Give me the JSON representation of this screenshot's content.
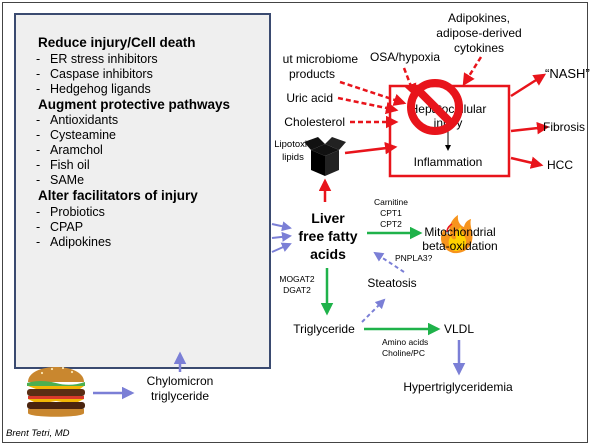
{
  "panel": {
    "sections": [
      {
        "heading": "Reduce injury/Cell death",
        "items": [
          "ER stress inhibitors",
          "Caspase inhibitors",
          "Hedgehog ligands"
        ]
      },
      {
        "heading": "Augment protective pathways",
        "items": [
          "Antioxidants",
          "Cysteamine",
          "Aramchol",
          "Fish oil",
          "SAMe"
        ]
      },
      {
        "heading": "Alter facilitators of injury",
        "items": [
          "Probiotics",
          "CPAP",
          "Adipokines"
        ]
      }
    ]
  },
  "inputs": {
    "microbiome_1": "ut microbiome",
    "microbiome_2": "products",
    "osa": "OSA/hypoxia",
    "adipokines_1": "Adipokines,",
    "adipokines_2": "adipose-derived",
    "adipokines_3": "cytokines",
    "uric_acid": "Uric acid",
    "cholesterol": "Cholesterol",
    "lipotoxic_1": "Lipotoxic",
    "lipotoxic_2": "lipids"
  },
  "central_box": {
    "line1": "Hepatocellular",
    "line2": "injury",
    "line3": "Inflammation"
  },
  "outcomes": {
    "nash": "“NASH”",
    "fibrosis": "Fibrosis",
    "hcc": "HCC"
  },
  "liver_ffa": {
    "line1": "Liver",
    "line2": "free fatty",
    "line3": "acids"
  },
  "enzymes": {
    "carnitine": "Carnitine",
    "cpt1": "CPT1",
    "cpt2": "CPT2",
    "mogat2": "MOGAT2",
    "dgat2": "DGAT2",
    "pnpla3": "PNPLA3?",
    "amino": "Amino acids",
    "choline": "Choline/PC"
  },
  "nodes": {
    "mito_1": "Mitochondrial",
    "mito_2": "beta-oxidation",
    "steatosis": "Steatosis",
    "triglyceride": "Triglyceride",
    "vldl": "VLDL",
    "hypertg": "Hypertriglyceridemia",
    "chylo_1": "Chylomicron",
    "chylo_2": "triglyceride"
  },
  "credit": "Brent Tetri, MD",
  "colors": {
    "red": "#e8141b",
    "green": "#1fb24a",
    "blue": "#7b7fd6",
    "panel_border": "#3a4a70",
    "panel_bg": "#efefef"
  },
  "icons": [
    "burger-icon",
    "fire-icon",
    "prohibition-icon",
    "open-box-icon"
  ]
}
